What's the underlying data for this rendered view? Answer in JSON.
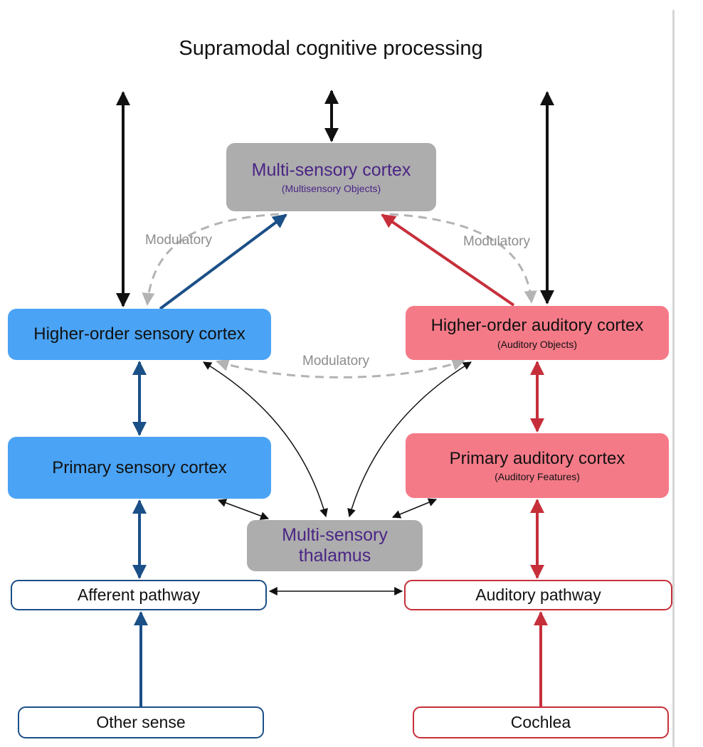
{
  "title": "Supramodal cognitive processing",
  "boxes": {
    "multisensory_cortex": {
      "label": "Multi-sensory cortex",
      "sub": "(Multisensory Objects)"
    },
    "higher_order_sensory": {
      "label": "Higher-order sensory cortex"
    },
    "higher_order_auditory": {
      "label": "Higher-order auditory cortex",
      "sub": "(Auditory Objects)"
    },
    "primary_sensory": {
      "label": "Primary sensory cortex"
    },
    "primary_auditory": {
      "label": "Primary auditory cortex",
      "sub": "(Auditory Features)"
    },
    "multisensory_thalamus": {
      "line1": "Multi-sensory",
      "line2": "thalamus"
    },
    "afferent_pathway": {
      "label": "Afferent pathway"
    },
    "auditory_pathway": {
      "label": "Auditory pathway"
    },
    "other_sense": {
      "label": "Other sense"
    },
    "cochlea": {
      "label": "Cochlea"
    }
  },
  "modulatory_labels": [
    "Modulatory",
    "Modulatory",
    "Modulatory"
  ],
  "colors": {
    "multisensory_fill": "#adadad",
    "multisensory_text": "#4a2585",
    "sensory_fill": "#4aa3f5",
    "auditory_fill": "#f57a88",
    "sensory_arrow": "#1b4f87",
    "auditory_arrow": "#c62f3a",
    "modulatory_arrow": "#b3b3b3"
  }
}
